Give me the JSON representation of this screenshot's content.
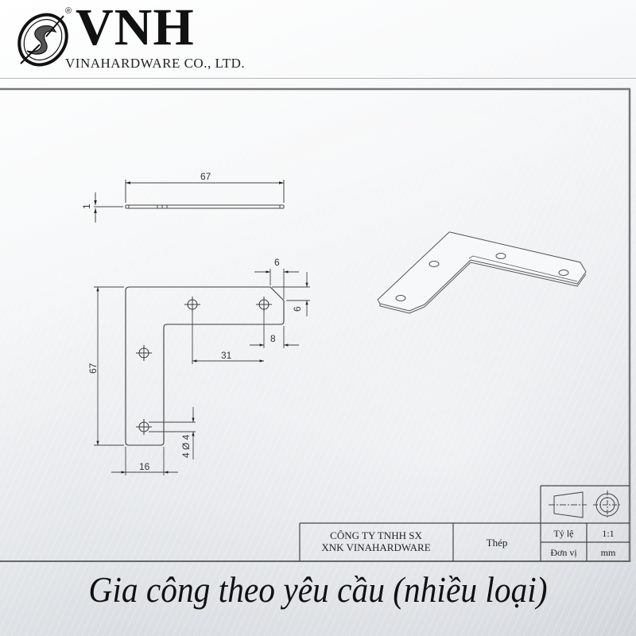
{
  "header": {
    "brand": "VNH",
    "registered_mark": "®",
    "company_name": "VINAHARDWARE CO., LTD.",
    "logo_icon": "vnh-swirl-logo-icon"
  },
  "drawing": {
    "side_view": {
      "length_label": "67",
      "thickness_label": "1"
    },
    "front_view": {
      "height_label": "67",
      "width_label": "16",
      "chamfer_horizontal_label": "6",
      "chamfer_vertical_label": "6",
      "hole_edge_offset_label": "8",
      "hole_spacing_label": "31",
      "hole_callout_label": "4 Ø 4"
    },
    "iso_view": {
      "description": "isometric-l-plate"
    }
  },
  "title_block": {
    "company_line1": "CÔNG TY TNHH SX",
    "company_line2": "XNK VINAHARDWARE",
    "material": "Thép",
    "scale_label": "Tỷ lệ",
    "scale_value": "1:1",
    "unit_label": "Đơn vị",
    "unit_value": "mm",
    "projection_symbol": "first-angle-projection-icon"
  },
  "caption": {
    "text": "Gia công theo yêu cầu (nhiều loại)"
  },
  "colors": {
    "line": "#3a3a3a",
    "frame": "#6e6e6e",
    "text": "#111111"
  }
}
